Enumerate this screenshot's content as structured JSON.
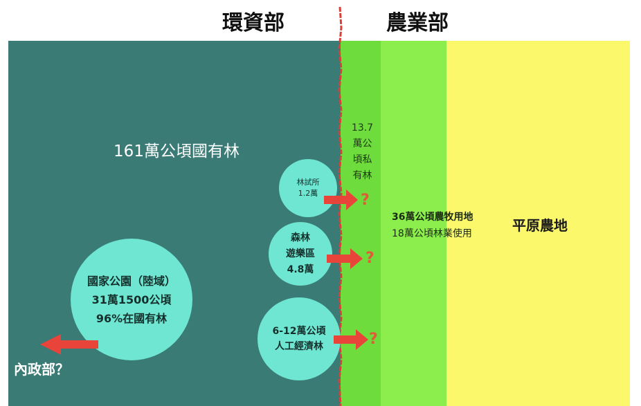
{
  "ministries": {
    "left": "環資部",
    "right": "農業部"
  },
  "regions": {
    "state_forest": "161萬公頃國有林",
    "private_forest": [
      "13.7",
      "萬公",
      "頃私",
      "有林"
    ],
    "farmland": {
      "line1": "36萬公頃農牧用地",
      "line2": "18萬公頃林業使用"
    },
    "plain_farmland": "平原農地"
  },
  "circles": {
    "forest_research": [
      "林試所",
      "1.2萬"
    ],
    "recreation": [
      "森林",
      "遊樂區",
      "4.8萬"
    ],
    "plantation": [
      "6-12萬公頃",
      "人工經濟林"
    ],
    "national_park": [
      "國家公園（陸域）",
      "31萬1500公頃",
      "96%在國有林"
    ]
  },
  "question_mark": "?",
  "interior_ministry": "內政部？",
  "colors": {
    "state_forest": "#3b7b75",
    "private_forest": "#6ddc3c",
    "farmland": "#8bee4c",
    "plain_farmland": "#fbf86c",
    "circle": "#6ee6d2",
    "boundary_line": "#d8413a",
    "arrow": "#e8443a"
  }
}
